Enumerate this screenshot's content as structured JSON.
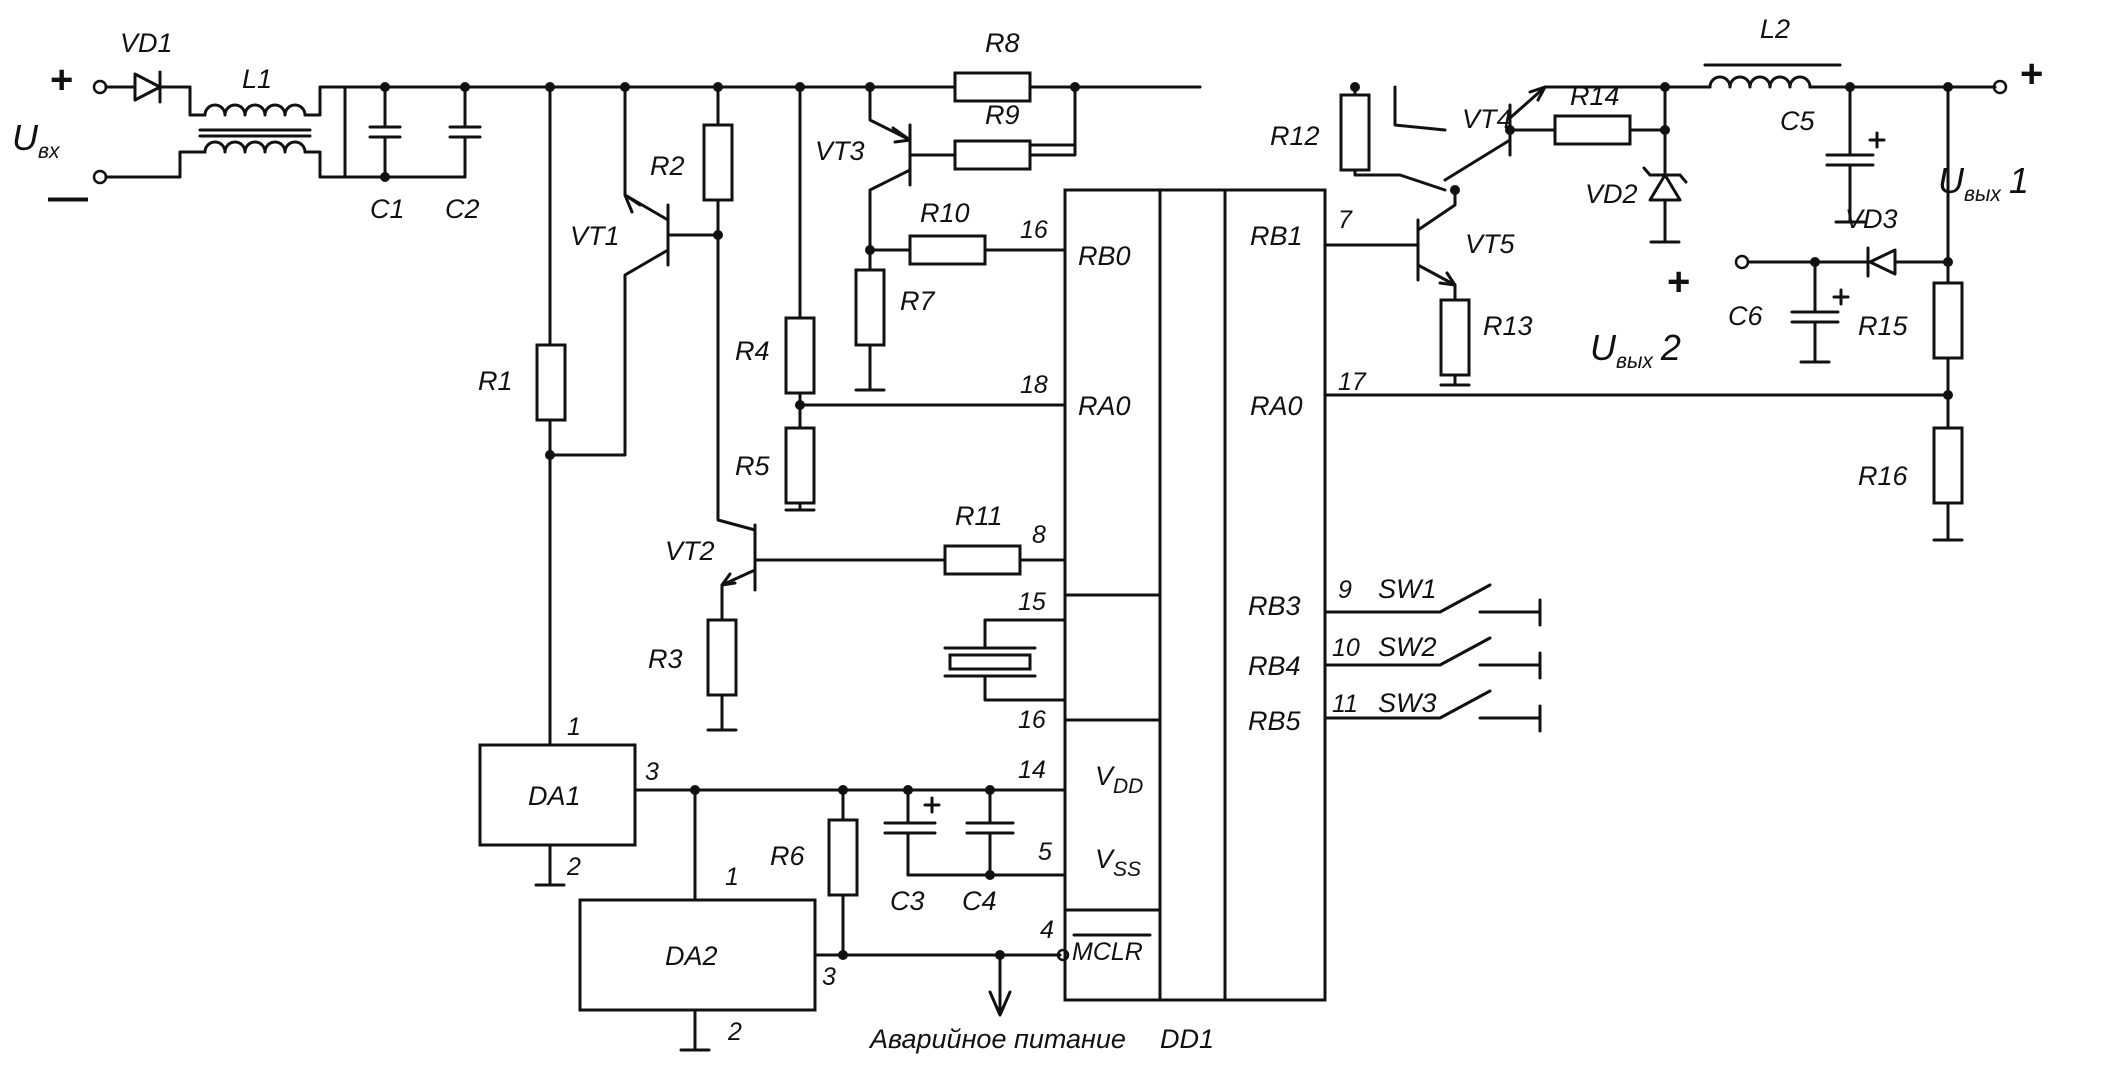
{
  "labels": {
    "vd1": "VD1",
    "l1": "L1",
    "c1": "C1",
    "c2": "C2",
    "r1": "R1",
    "r2": "R2",
    "r3": "R3",
    "r4": "R4",
    "r5": "R5",
    "r6": "R6",
    "r7": "R7",
    "r8": "R8",
    "r9": "R9",
    "r10": "R10",
    "r11": "R11",
    "r12": "R12",
    "r13": "R13",
    "r14": "R14",
    "r15": "R15",
    "r16": "R16",
    "vt1": "VT1",
    "vt2": "VT2",
    "vt3": "VT3",
    "vt4": "VT4",
    "vt5": "VT5",
    "c3": "C3",
    "c4": "C4",
    "c5": "C5",
    "c6": "C6",
    "l2": "L2",
    "vd2": "VD2",
    "vd3": "VD3",
    "da1": "DA1",
    "da2": "DA2",
    "dd1": "DD1",
    "sw1": "SW1",
    "sw2": "SW2",
    "sw3": "SW3"
  },
  "voltages": {
    "plus": "+",
    "minus": "—",
    "u_main": "U",
    "u_in_sub": "вх",
    "u_out_sub": "вых",
    "out1_num": "1",
    "out2_num": "2"
  },
  "pins": {
    "p16a": "16",
    "p18": "18",
    "p8": "8",
    "p15": "15",
    "p16b": "16",
    "p14": "14",
    "p5": "5",
    "p4": "4",
    "p7": "7",
    "p17": "17",
    "p9": "9",
    "p10": "10",
    "p11": "11",
    "da1_1": "1",
    "da1_2": "2",
    "da1_3": "3",
    "da2_1": "1",
    "da2_2": "2",
    "da2_3": "3"
  },
  "ports": {
    "rb0": "RB0",
    "ra0_left": "RA0",
    "rb1": "RB1",
    "ra0_right": "RA0",
    "rb3": "RB3",
    "rb4": "RB4",
    "rb5": "RB5",
    "vdd_main": "V",
    "vdd_sub": "DD",
    "vss_main": "V",
    "vss_sub": "SS",
    "mclr": "MCLR"
  },
  "caption": "Аварийное питание"
}
